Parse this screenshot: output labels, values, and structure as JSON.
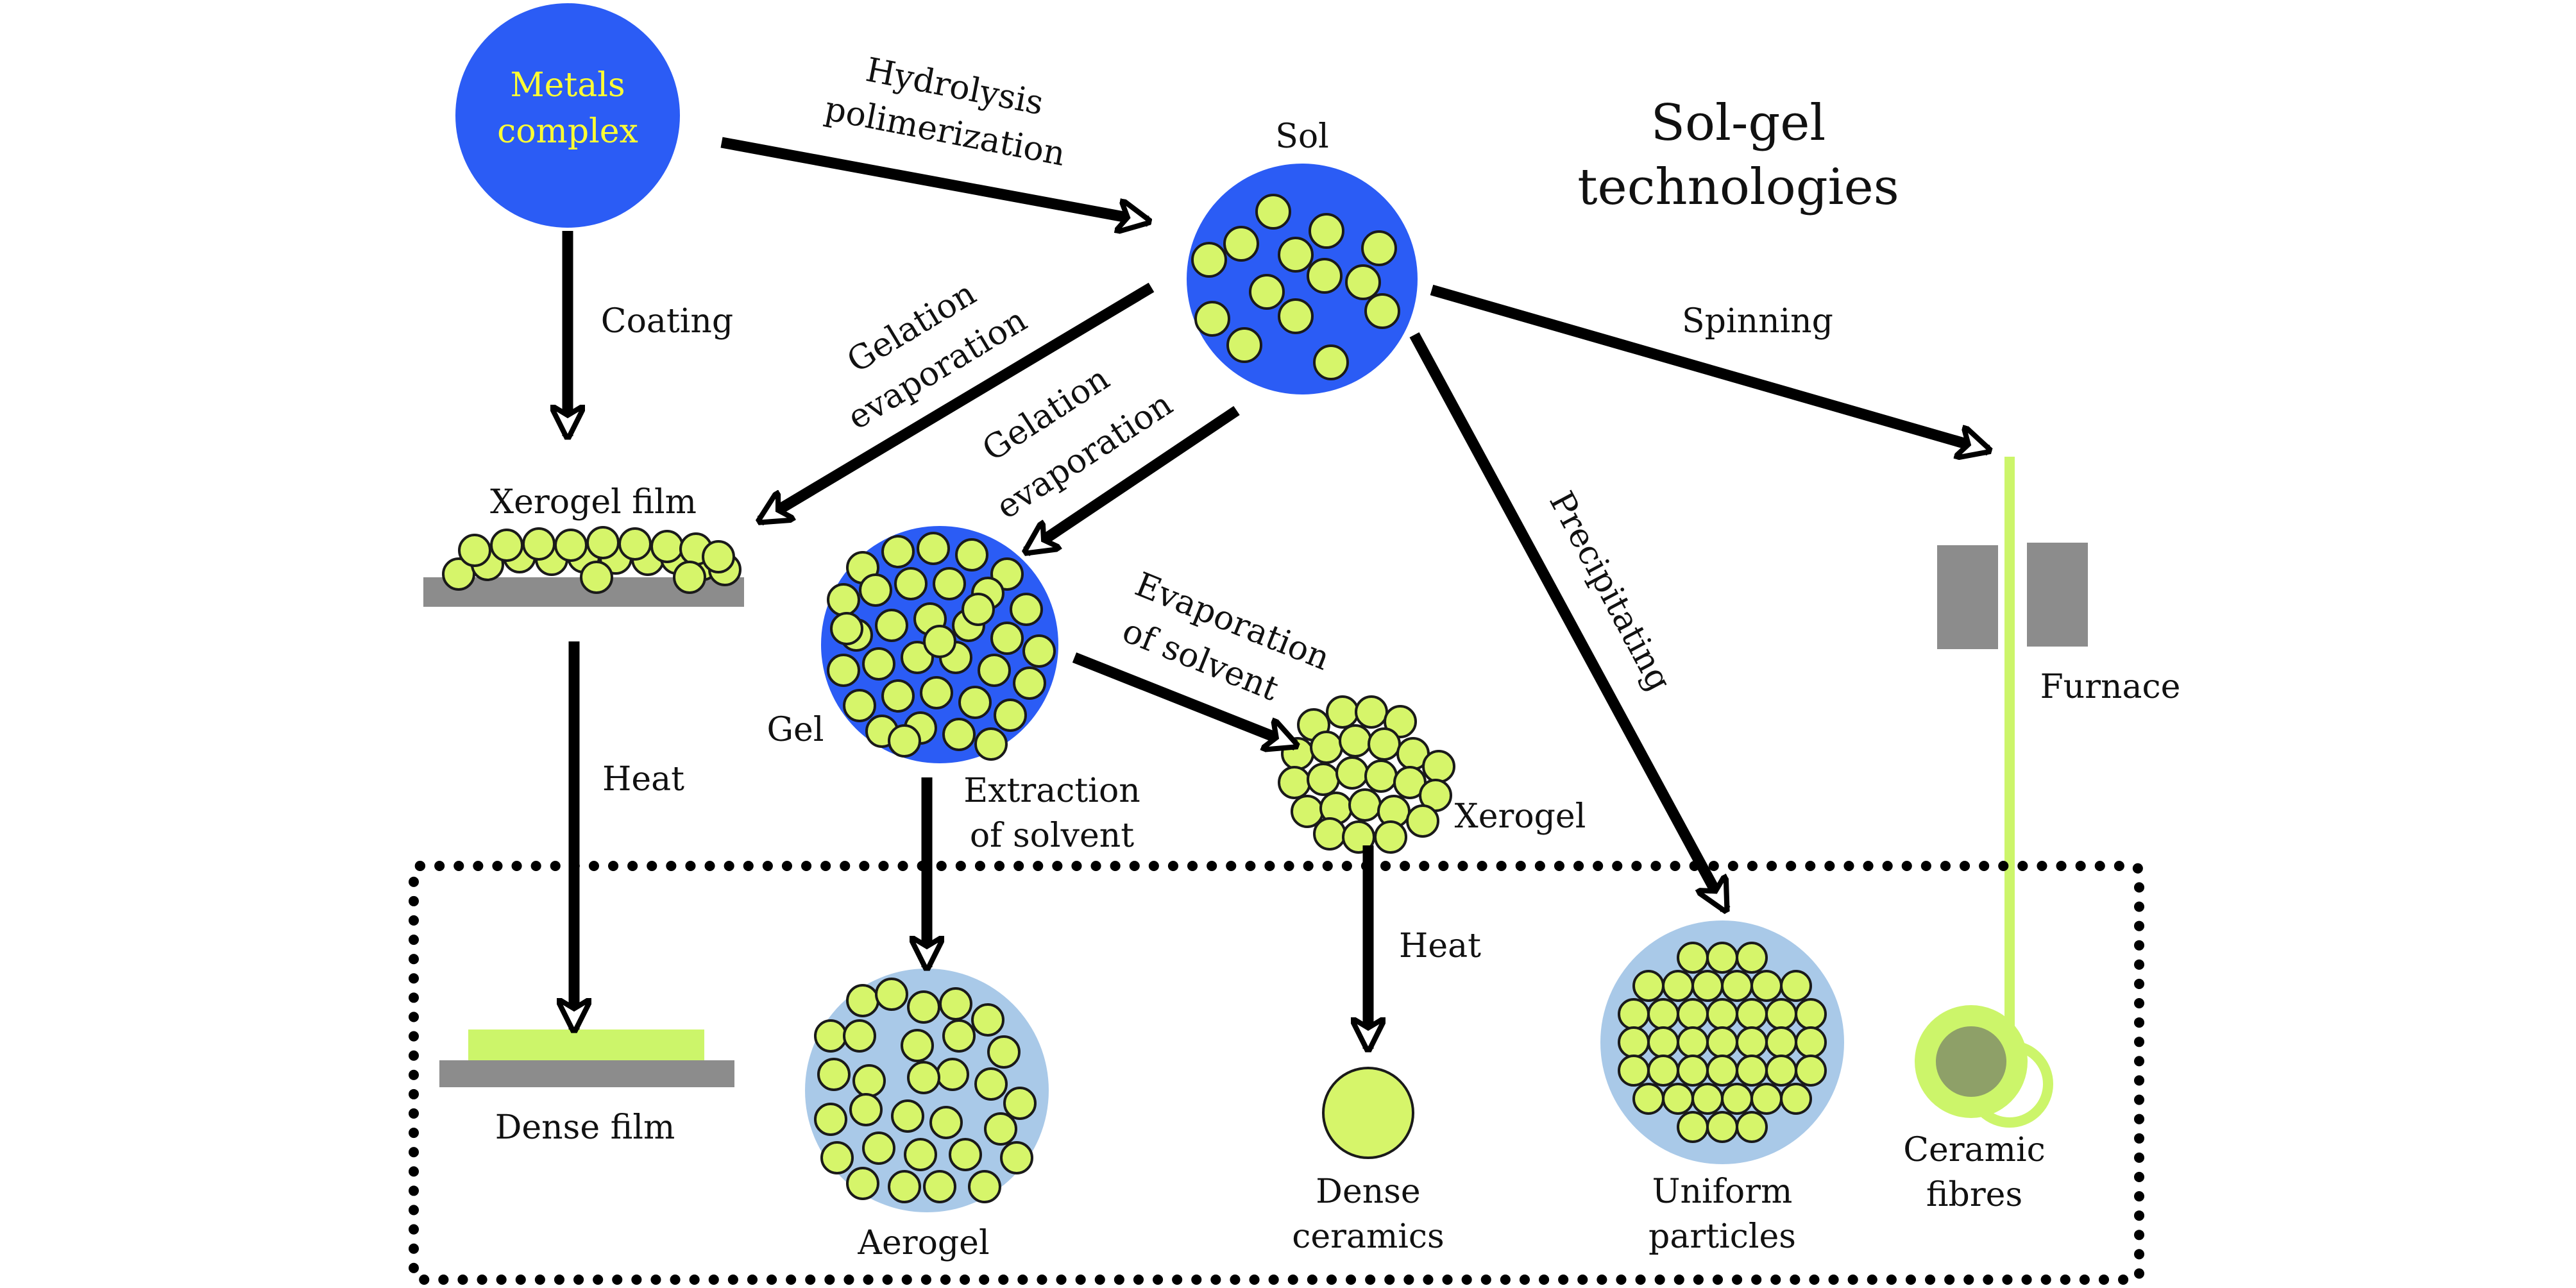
{
  "title": [
    "Sol-gel",
    "technologies"
  ],
  "nodes": {
    "metals_complex": [
      "Metals",
      "complex"
    ],
    "sol": "Sol",
    "gel": "Gel",
    "xerogel_film": "Xerogel film",
    "xerogel": "Xerogel",
    "furnace": "Furnace",
    "dense_film": "Dense film",
    "aerogel": "Aerogel",
    "dense_ceramics": [
      "Dense",
      "ceramics"
    ],
    "uniform_particles": [
      "Uniform",
      "particles"
    ],
    "ceramic_fibres": [
      "Ceramic",
      "fibres"
    ]
  },
  "processes": {
    "hydrolysis": [
      "Hydrolysis",
      "polimerization"
    ],
    "coating": "Coating",
    "gelation_1": [
      "Gelation",
      "evaporation"
    ],
    "gelation_2": [
      "Gelation",
      "evaporation"
    ],
    "spinning": "Spinning",
    "precipitating": "Precipitating",
    "evaporation_solvent": [
      "Evaporation",
      "of solvent"
    ],
    "extraction_solvent": [
      "Extraction",
      "of solvent"
    ],
    "heat_film": "Heat",
    "heat_xerogel": "Heat"
  },
  "colors": {
    "dark_blue": "#2b5cf5",
    "light_blue": "#a9c9e8",
    "particle": "#d6f56a",
    "substrate": "#8c8c8c",
    "fibre": "#ccf56a",
    "label_on_blue": "#ffff33"
  }
}
